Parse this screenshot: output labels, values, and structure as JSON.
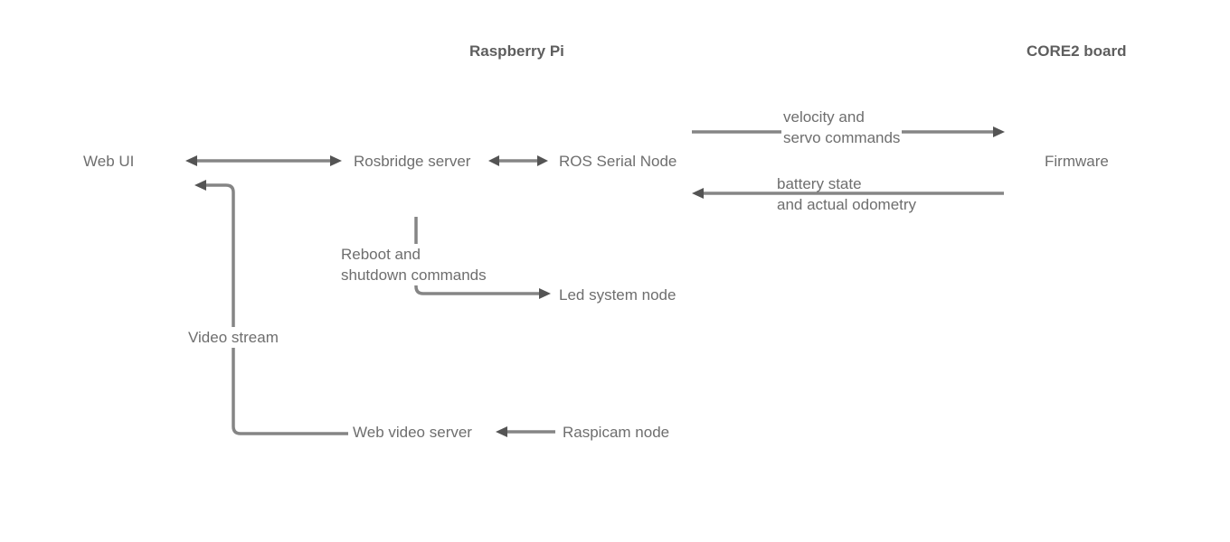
{
  "diagram": {
    "colors": {
      "line_color": "#858585",
      "arrow_color": "#545454",
      "text_color": "#6e6e6e",
      "background": "#ffffff"
    },
    "titles": {
      "raspberry_pi": "Raspberry Pi",
      "core2_board": "CORE2 board"
    },
    "nodes": {
      "web_ui": "Web UI",
      "rosbridge_server": "Rosbridge server",
      "ros_serial_node": "ROS Serial Node",
      "firmware": "Firmware",
      "led_system_node": "Led system node",
      "web_video_server": "Web video server",
      "raspicam_node": "Raspicam node"
    },
    "edge_labels": {
      "velocity": {
        "line1": "velocity and",
        "line2": "servo commands"
      },
      "battery": {
        "line1": "battery state",
        "line2": "and actual odometry"
      },
      "reboot": {
        "line1": "Reboot and",
        "line2": "shutdown commands"
      },
      "video": {
        "line1": "Video stream"
      }
    },
    "edges": [
      {
        "from": "web_ui",
        "to": "rosbridge_server",
        "direction": "bidirectional",
        "label": ""
      },
      {
        "from": "rosbridge_server",
        "to": "ros_serial_node",
        "direction": "bidirectional",
        "label": ""
      },
      {
        "from": "ros_serial_node",
        "to": "firmware",
        "direction": "forward",
        "label": "velocity and servo commands"
      },
      {
        "from": "firmware",
        "to": "ros_serial_node",
        "direction": "forward",
        "label": "battery state and actual odometry"
      },
      {
        "from": "rosbridge_server",
        "to": "led_system_node",
        "direction": "forward",
        "label": "Reboot and shutdown commands"
      },
      {
        "from": "raspicam_node",
        "to": "web_video_server",
        "direction": "forward",
        "label": ""
      },
      {
        "from": "web_video_server",
        "to": "web_ui",
        "direction": "forward",
        "label": "Video stream"
      }
    ]
  }
}
